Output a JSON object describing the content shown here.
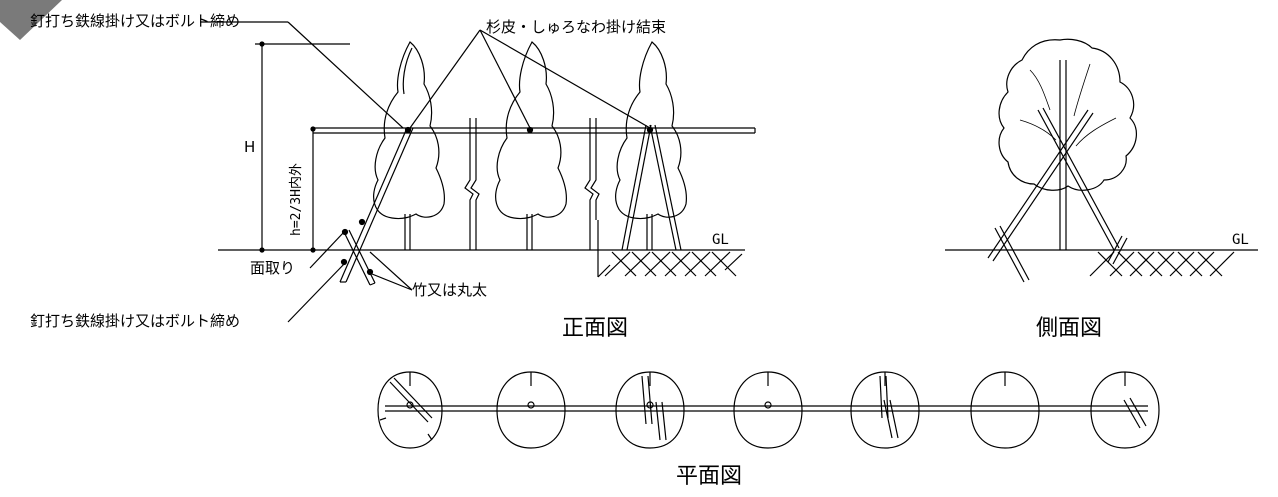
{
  "labels": {
    "nail_wire_top": "釘打ち鉄線掛け又はボルト締め",
    "binding": "杉皮・しゅろなわ掛け結束",
    "h_symbol": "H",
    "h_ratio": "h=2/3H内外",
    "chamfer": "面取り",
    "bamboo": "竹又は丸太",
    "nail_wire_bottom": "釘打ち鉄線掛け又はボルト締め",
    "gl_front": "GL",
    "gl_side": "GL"
  },
  "views": {
    "front": "正面図",
    "side": "側面図",
    "plan": "平面図"
  }
}
